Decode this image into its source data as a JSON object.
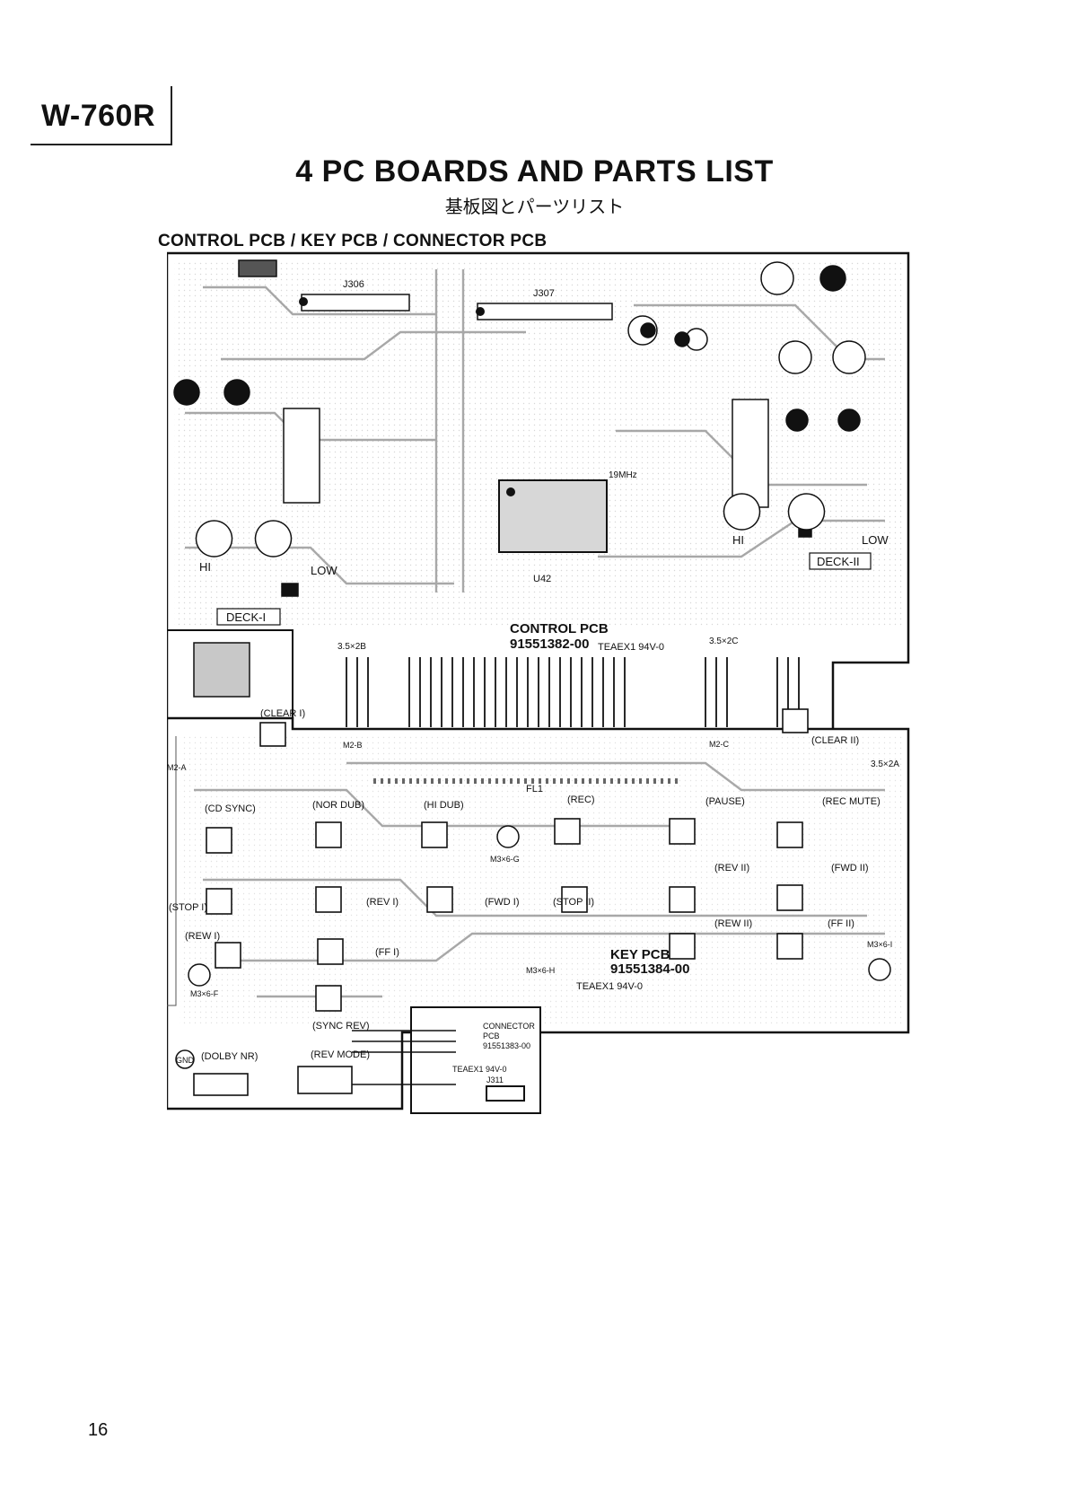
{
  "header": {
    "model": "W-760R",
    "title": "4 PC BOARDS AND PARTS LIST",
    "title_ja": "基板図とパーツリスト",
    "subtitle": "CONTROL PCB / KEY PCB / CONNECTOR PCB"
  },
  "colors": {
    "ink": "#111111",
    "trace": "#9a9a9a",
    "paper": "#ffffff"
  },
  "control_pcb": {
    "name": "CONTROL PCB",
    "part_number": "91551382-00",
    "rating": "TEAEX1 94V-0",
    "ic": "U42",
    "crystal": "19MHz",
    "deck1": "DECK-I",
    "deck2": "DECK-II",
    "hi": "HI",
    "low": "LOW",
    "conn1": "J306",
    "conn2": "J307",
    "pitch1": "3.5×2B",
    "pitch2": "3.5×2C"
  },
  "key_pcb": {
    "name": "KEY PCB",
    "part_number": "91551384-00",
    "rating": "TEAEX1 94V-0",
    "display": "FL1",
    "mount_g": "M3×6-G",
    "mount_h": "M3×6-H",
    "mount_f": "M3×6-F",
    "mount_i": "M3×6-I",
    "pitch": "3.5×2A",
    "m2a": "M2-A",
    "m2b": "M2-B",
    "m2c": "M2-C",
    "gnd": "GND",
    "switches": {
      "clear1": "(CLEAR I)",
      "clear2": "(CLEAR II)",
      "cd_sync": "(CD SYNC)",
      "nor_dub": "(NOR DUB)",
      "hi_dub": "(HI DUB)",
      "rec": "(REC)",
      "pause": "(PAUSE)",
      "rec_mute": "(REC MUTE)",
      "rev1": "(REV I)",
      "fwd1": "(FWD I)",
      "stop2": "(STOP II)",
      "rev2": "(REV II)",
      "fwd2": "(FWD II)",
      "stop1": "(STOP I)",
      "rew1": "(REW I)",
      "ff1": "(FF I)",
      "rew2": "(REW II)",
      "ff2": "(FF II)",
      "sync_rev": "(SYNC REV)",
      "rev_mode": "(REV MODE)",
      "dolby_nr": "(DOLBY NR)"
    }
  },
  "connector_pcb": {
    "name_line1": "CONNECTOR",
    "name_line2": "PCB",
    "part_number": "91551383-00",
    "rating": "TEAEX1 94V-0",
    "connector": "J311"
  },
  "footer": {
    "page_number": "16"
  }
}
